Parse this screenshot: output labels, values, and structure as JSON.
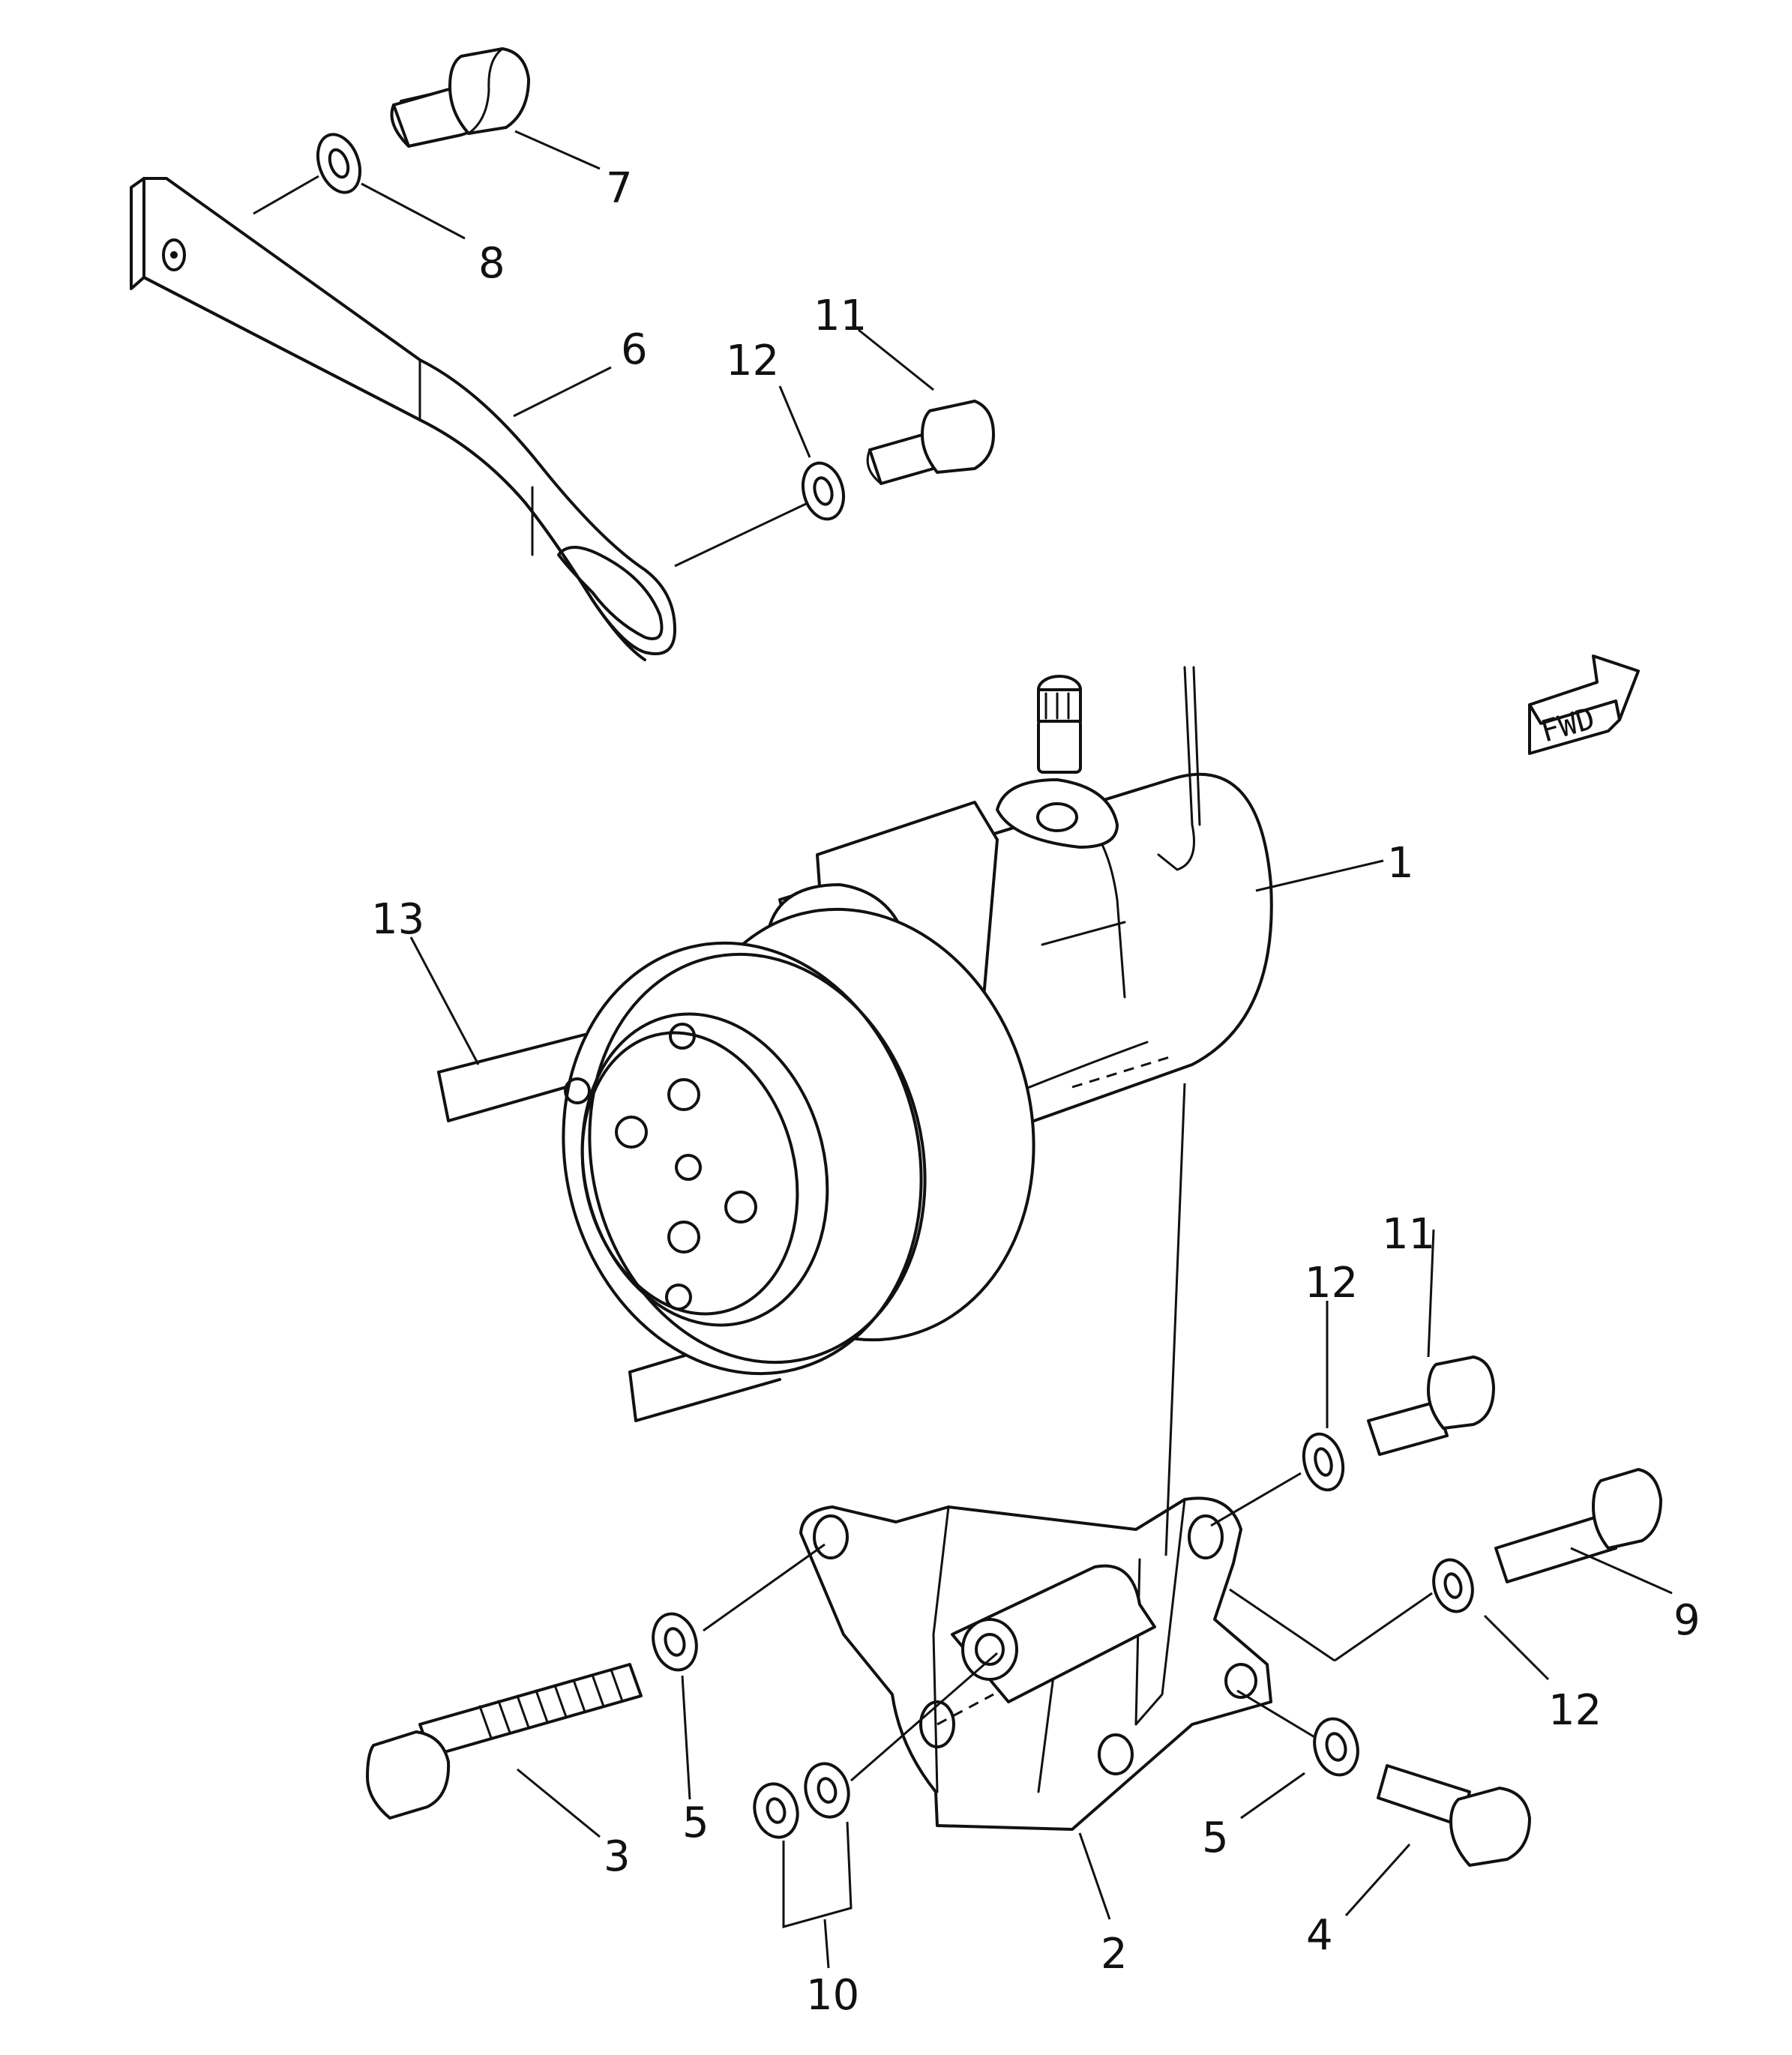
{
  "callouts": {
    "c1": "1",
    "c2": "2",
    "c3": "3",
    "c4": "4",
    "c5a": "5",
    "c5b": "5",
    "c6": "6",
    "c7": "7",
    "c8": "8",
    "c9": "9",
    "c10": "10",
    "c11a": "11",
    "c11b": "11",
    "c12a": "12",
    "c12b": "12",
    "c12c": "12",
    "c13": "13"
  },
  "direction_marker": {
    "text": "FWD"
  }
}
